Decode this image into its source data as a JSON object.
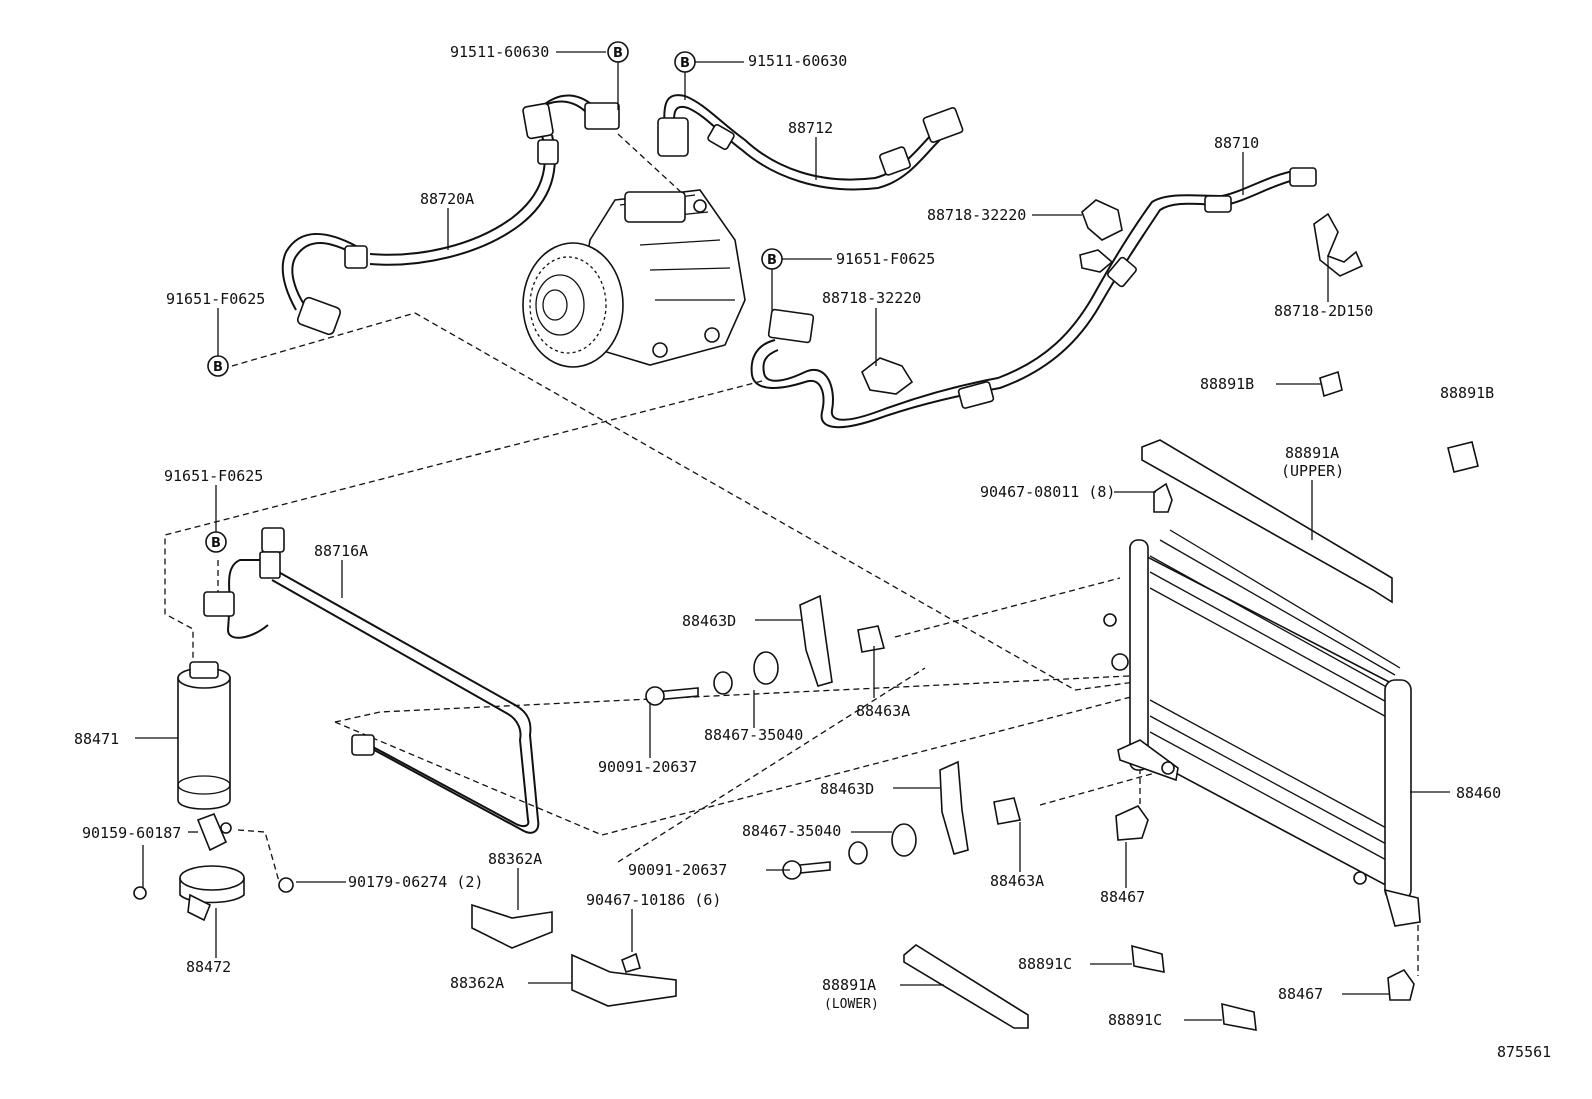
{
  "diagram_id": "875561",
  "callout_letter": "B",
  "labels": {
    "p91511_60630_a": "91511-60630",
    "p91511_60630_b": "91511-60630",
    "p88712": "88712",
    "p88710": "88710",
    "p88720A": "88720A",
    "p88718_32220_a": "88718-32220",
    "p91651_F0625_a": "91651-F0625",
    "p91651_F0625_b": "91651-F0625",
    "p88718_32220_b": "88718-32220",
    "p88718_2D150": "88718-2D150",
    "p88891B_a": "88891B",
    "p88891B_b": "88891B",
    "p88891A_upper": "88891A",
    "upper_note": "(UPPER)",
    "p90467_08011": "90467-08011 (8)",
    "p91651_F0625_c": "91651-F0625",
    "p88716A": "88716A",
    "p88463D_a": "88463D",
    "p88463A_a": "88463A",
    "p88467_35040_a": "88467-35040",
    "p90091_20637_a": "90091-20637",
    "p88471": "88471",
    "p88463D_b": "88463D",
    "p88460": "88460",
    "p90159_60187": "90159-60187",
    "p88467_35040_b": "88467-35040",
    "p90091_20637_b": "90091-20637",
    "p90179_06274": "90179-06274 (2)",
    "p88362A_a": "88362A",
    "p88463A_b": "88463A",
    "p88467_a": "88467",
    "p90467_10186": "90467-10186 (6)",
    "p88472": "88472",
    "p88362A_b": "88362A",
    "p88891A_lower": "88891A",
    "lower_note": "(LOWER)",
    "p88891C_a": "88891C",
    "p88467_b": "88467",
    "p88891C_b": "88891C"
  }
}
